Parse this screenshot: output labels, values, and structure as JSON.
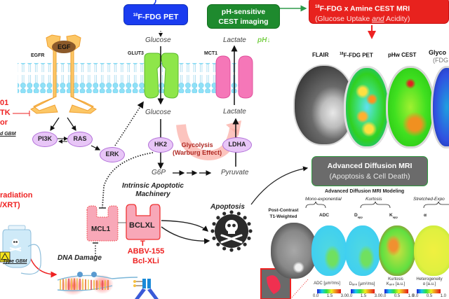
{
  "top_boxes": {
    "pet": {
      "sup": "18",
      "label": "F-FDG PET",
      "color": "#1a3cf0"
    },
    "cest": {
      "line1": "pH-sensitive",
      "line2": "CEST imaging",
      "color": "#1e8a2e"
    },
    "combined": {
      "sup": "18",
      "line1": "F-FDG x Amine CEST MRI",
      "line2_a": "(Glucose Uptake ",
      "line2_em": "and",
      "line2_b": " Acidity)",
      "color": "#e8221e"
    }
  },
  "membrane": {
    "receptors": {
      "egf": "EGF",
      "egfr": "EGFR",
      "glut3": "GLUT3",
      "mct1": "MCT1"
    },
    "metabolites": {
      "glucose_out": "Glucose",
      "lactate_out": "Lactate",
      "ph_label": "pH↓",
      "glucose_in": "Glucose",
      "lactate_in": "Lactate",
      "g6p": "G6P",
      "pyruvate": "Pyruvate"
    }
  },
  "left_labels": {
    "drug_line1": "01",
    "drug_line2": "TK",
    "drug_line3": "or",
    "drug_sub": "d GBM",
    "radiation_line1": "radiation",
    "radiation_line2": "/XRT)",
    "radiation_sub": "Type GBM"
  },
  "signaling": {
    "pi3k": "PI3K",
    "ras": "RAS",
    "erk": "ERK",
    "hk2": "HK2",
    "ldha": "LDHA",
    "glycolysis_line1": "Glycolysis",
    "glycolysis_line2": "(Warburg Effect)"
  },
  "apoptosis": {
    "machinery_line1": "Intrinsic Apoptotic",
    "machinery_line2": "Machinery",
    "mcl1": "MCL1",
    "bclxl": "BCLXL",
    "inhibitor_symbol": "T",
    "drug_line1": "ABBV-155",
    "drug_line2": "Bcl-XLi",
    "apoptosis_label": "Apoptosis",
    "dna_damage": "DNA Damage"
  },
  "pet_cest_panel": {
    "columns": [
      "FLAIR",
      "F-FDG PET",
      "pHw CEST",
      "Glyco"
    ],
    "pet_sup": "18",
    "glyco_sub": "(FDG"
  },
  "diffusion": {
    "box_line1": "Advanced Diffusion MRI",
    "box_line2": "(Apoptosis & Cell Death)",
    "box_color": "#6b6b6b",
    "box_border": "#2e9a3e",
    "modeling_title": "Advanced Diffusion MRI Modeling",
    "groups": [
      "Mono-exponential",
      "Kurtosis",
      "Stretched-Expo"
    ],
    "t1_line1": "Post-Contrast",
    "t1_line2": "T1-Weighted",
    "maps": [
      "ADC",
      "D",
      "K",
      "α"
    ],
    "map_subs": [
      "",
      "app",
      "app",
      ""
    ],
    "colorbars": [
      {
        "title_line1": "",
        "title_line2": "ADC [µm²/ms]",
        "ticks": [
          "0.0",
          "1.5",
          "3.0"
        ]
      },
      {
        "title_line1": "",
        "title_line2": "Dₐₚₚ [µm²/ms]",
        "ticks": [
          "0.0",
          "1.5",
          "3.0"
        ]
      },
      {
        "title_line1": "Kurtosis",
        "title_line2": "Kₐₚₚ [a.u.]",
        "ticks": [
          "0.0",
          "0.5",
          "1.0"
        ]
      },
      {
        "title_line1": "Heterogeneity",
        "title_line2": "α [a.u.]",
        "ticks": [
          "0.0",
          "0.5",
          "1.0"
        ]
      }
    ]
  }
}
